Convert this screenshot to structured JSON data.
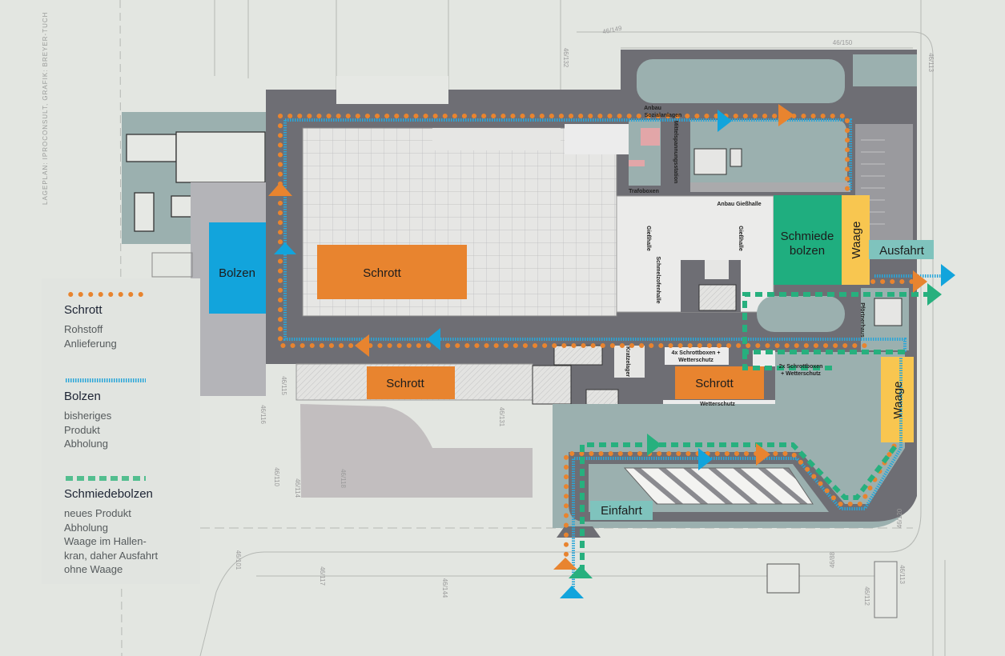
{
  "credit": "LAGEPLAN: IPROCONSULT, GRAFIK: BREYER-TUCH",
  "colors": {
    "schrott": "#e8842f",
    "bolzen": "#12a4dc",
    "schmiede": "#1fae7f",
    "waage": "#f8c650",
    "teal": "#7fc3bd"
  },
  "legend": [
    {
      "title": "Schrott",
      "lines": [
        "Rohstoff",
        "Anlieferung"
      ],
      "style": "dotted",
      "icon": "dotted-line"
    },
    {
      "title": "Bolzen",
      "lines": [
        "bisheriges",
        "Produkt",
        "Abholung"
      ],
      "style": "hatched",
      "icon": "hatched-line"
    },
    {
      "title": "Schmiedebolzen",
      "lines": [
        "neues Produkt",
        "Abholung",
        "Waage im Hallen-",
        "kran, daher Ausfahrt",
        "ohne Waage"
      ],
      "style": "dashed",
      "icon": "dashed-line"
    }
  ],
  "areas": {
    "bolzen": "Bolzen",
    "schrott_main": "Schrott",
    "schrott_lower": "Schrott",
    "schrott_right": "Schrott",
    "schmiede_1": "Schmiede",
    "schmiede_2": "bolzen",
    "waage_top": "Waage",
    "waage_right": "Waage",
    "ausfahrt": "Ausfahrt",
    "einfahrt": "Einfahrt"
  },
  "building_labels": {
    "anbau1": "Anbau",
    "anbau2": "Sozialanlagen",
    "trafoboxen": "Trafoboxen",
    "mittelspannung": "Mittelspannungsstation",
    "anbau_giesshalle": "Anbau Gießhalle",
    "giesshalle_1": "Gießhalle",
    "giesshalle_2": "Gießhalle",
    "schmelzofenhalle": "Schmelzofenhalle",
    "kratzelager": "Kratzelager",
    "schrottboxen4_1": "4x Schrottboxen +",
    "schrottboxen4_2": "Wetterschutz",
    "schrottboxen2_1": "2x Schrottboxen",
    "schrottboxen2_2": "+ Wetterschutz",
    "wetterschutz": "Wetterschutz",
    "pfoertner": "Pförtnerhaus"
  },
  "parcels": [
    "46/149",
    "46/150",
    "46/132",
    "46/113",
    "46/115",
    "46/116",
    "46/131",
    "46/110",
    "46/114",
    "46/118",
    "46/101",
    "46/117",
    "46/144",
    "46/120",
    "46/88",
    "46/112",
    "46/113"
  ]
}
